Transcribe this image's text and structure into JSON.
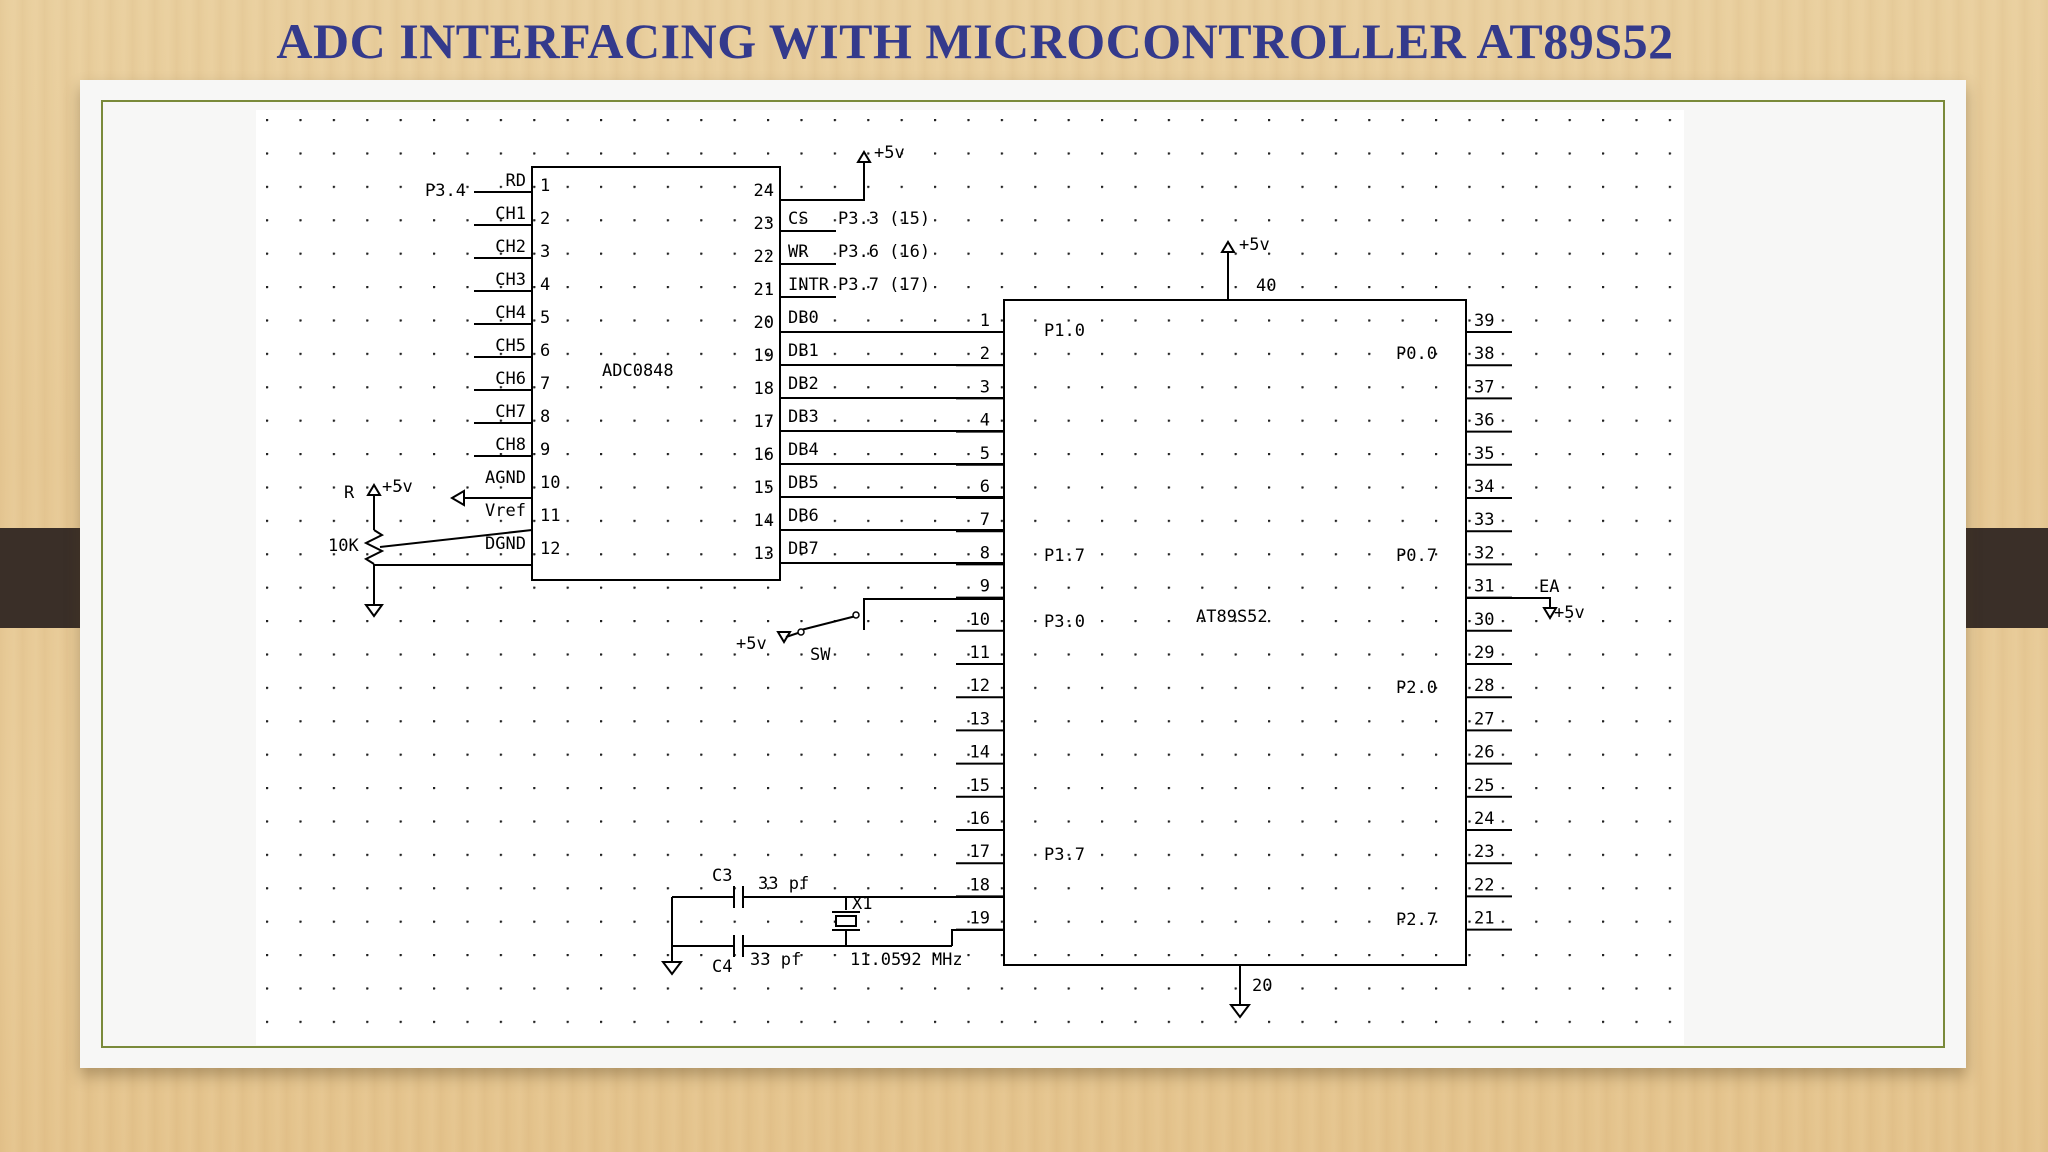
{
  "slide": {
    "title": "ADC INTERFACING WITH MICROCONTROLLER AT89S52"
  },
  "adc": {
    "name": "ADC0848",
    "left_pins": [
      {
        "num": "1",
        "label": "RD",
        "ext": "P3.4"
      },
      {
        "num": "2",
        "label": "CH1",
        "ext": ""
      },
      {
        "num": "3",
        "label": "CH2",
        "ext": ""
      },
      {
        "num": "4",
        "label": "CH3",
        "ext": ""
      },
      {
        "num": "5",
        "label": "CH4",
        "ext": ""
      },
      {
        "num": "6",
        "label": "CH5",
        "ext": ""
      },
      {
        "num": "7",
        "label": "CH6",
        "ext": ""
      },
      {
        "num": "8",
        "label": "CH7",
        "ext": ""
      },
      {
        "num": "9",
        "label": "CH8",
        "ext": ""
      },
      {
        "num": "10",
        "label": "AGND",
        "ext": ""
      },
      {
        "num": "11",
        "label": "Vref",
        "ext": ""
      },
      {
        "num": "12",
        "label": "DGND",
        "ext": ""
      }
    ],
    "right_pins": [
      {
        "num": "24",
        "label": "",
        "ext": ""
      },
      {
        "num": "23",
        "label": "CS",
        "ext": "P3.3 (15)"
      },
      {
        "num": "22",
        "label": "WR",
        "ext": "P3.6 (16)"
      },
      {
        "num": "21",
        "label": "INTR",
        "ext": "P3.7 (17)"
      },
      {
        "num": "20",
        "label": "DB0",
        "ext": ""
      },
      {
        "num": "19",
        "label": "DB1",
        "ext": ""
      },
      {
        "num": "18",
        "label": "DB2",
        "ext": ""
      },
      {
        "num": "17",
        "label": "DB3",
        "ext": ""
      },
      {
        "num": "16",
        "label": "DB4",
        "ext": ""
      },
      {
        "num": "15",
        "label": "DB5",
        "ext": ""
      },
      {
        "num": "14",
        "label": "DB6",
        "ext": ""
      },
      {
        "num": "13",
        "label": "DB7",
        "ext": ""
      }
    ],
    "vcc": "+5v"
  },
  "mcu": {
    "name": "AT89S52",
    "left_pins": [
      "1",
      "2",
      "3",
      "4",
      "5",
      "6",
      "7",
      "8",
      "9",
      "10",
      "11",
      "12",
      "13",
      "14",
      "15",
      "16",
      "17",
      "18",
      "19"
    ],
    "right_pins": [
      "39",
      "38",
      "37",
      "36",
      "35",
      "34",
      "33",
      "32",
      "31",
      "30",
      "29",
      "28",
      "27",
      "26",
      "25",
      "24",
      "23",
      "22",
      "21"
    ],
    "left_labels": {
      "p1_0": "P1.0",
      "p1_7": "P1.7",
      "p3_0": "P3.0",
      "p3_7": "P3.7"
    },
    "right_labels": {
      "p0_0": "P0.0",
      "p0_7": "P0.7",
      "p2_0": "P2.0",
      "p2_7": "P2.7"
    },
    "top_pin": "40",
    "bottom_pin": "20",
    "vcc": "+5v",
    "ea_label": "EA",
    "ea_vcc": "+5v"
  },
  "components": {
    "pot_ref": "R",
    "pot_value": "10K",
    "pot_vcc": "+5v",
    "switch_label": "SW",
    "switch_vcc": "+5v",
    "c3_ref": "C3",
    "c3_value": "33 pf",
    "c4_ref": "C4",
    "c4_value": "33 pf",
    "crystal_ref": "X1",
    "crystal_freq": "11.0592 MHz"
  }
}
